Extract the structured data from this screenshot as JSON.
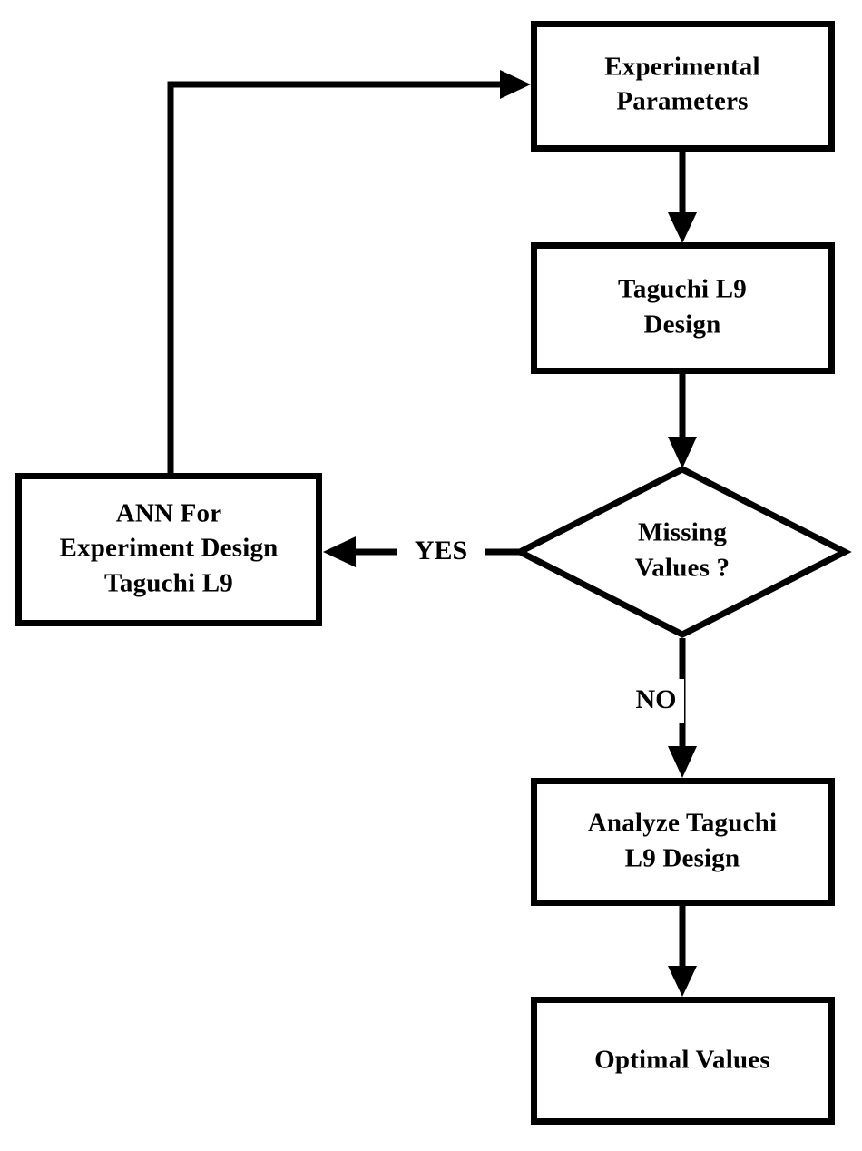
{
  "diagram": {
    "type": "flowchart",
    "title": "Taguchi L9 / ANN experimental optimization flowchart",
    "background_color": "#ffffff",
    "line_color": "#000000",
    "text_color": "#000000",
    "nodes": [
      {
        "id": "experimental-parameters",
        "shape": "rectangle",
        "lines": [
          "Experimental",
          "Parameters"
        ]
      },
      {
        "id": "taguchi-l9-design",
        "shape": "rectangle",
        "lines": [
          "Taguchi L9",
          "Design"
        ]
      },
      {
        "id": "missing-values-decision",
        "shape": "diamond",
        "lines": [
          "Missing",
          "Values ?"
        ]
      },
      {
        "id": "ann-for-experiment-design",
        "shape": "rectangle",
        "lines": [
          "ANN For",
          "Experiment Design",
          "Taguchi L9"
        ]
      },
      {
        "id": "analyze-taguchi-l9-design",
        "shape": "rectangle",
        "lines": [
          "Analyze Taguchi",
          "L9 Design"
        ]
      },
      {
        "id": "optimal-values",
        "shape": "rectangle",
        "lines": [
          "Optimal Values"
        ]
      }
    ],
    "edges": [
      {
        "id": "params-to-taguchi",
        "from": "experimental-parameters",
        "to": "taguchi-l9-design",
        "label": ""
      },
      {
        "id": "taguchi-to-decision",
        "from": "taguchi-l9-design",
        "to": "missing-values-decision",
        "label": ""
      },
      {
        "id": "decision-yes-to-ann",
        "from": "missing-values-decision",
        "to": "ann-for-experiment-design",
        "label": "YES"
      },
      {
        "id": "decision-no-to-analyze",
        "from": "missing-values-decision",
        "to": "analyze-taguchi-l9-design",
        "label": "NO"
      },
      {
        "id": "ann-feedback-to-params",
        "from": "ann-for-experiment-design",
        "to": "experimental-parameters",
        "label": ""
      },
      {
        "id": "analyze-to-optimal",
        "from": "analyze-taguchi-l9-design",
        "to": "optimal-values",
        "label": ""
      }
    ]
  }
}
